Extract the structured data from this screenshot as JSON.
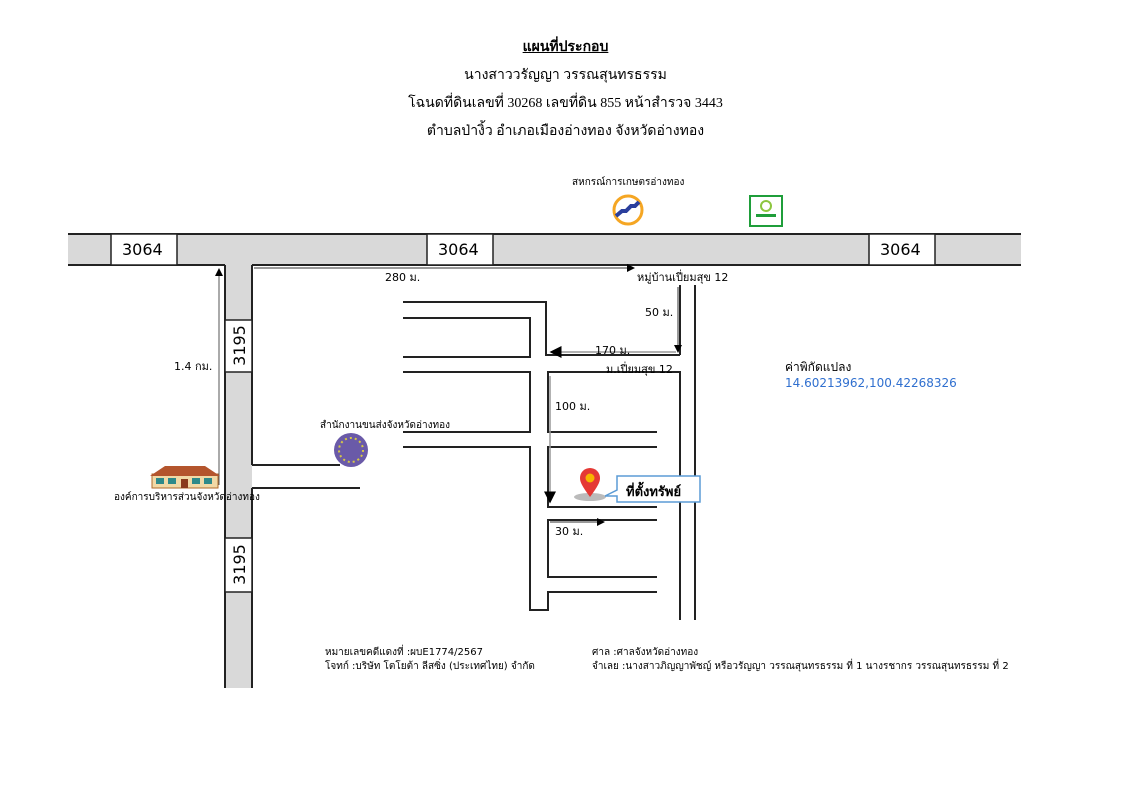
{
  "header": {
    "title": "แผนที่ประกอบ",
    "owner": "นางสาววรัญญา วรรณสุนทรธรรม",
    "deed": "โฉนดที่ดินเลขที่ 30268 เลขที่ดิน 855 หน้าสำรวจ 3443",
    "location": "ตำบลป่างิ้ว อำเภอเมืองอ่างทอง จังหวัดอ่างทอง"
  },
  "roads": {
    "main": [
      "3064",
      "3064",
      "3064"
    ],
    "side": [
      "3195",
      "3195"
    ]
  },
  "landmarks": {
    "coop": "สหกรณ์การเกษตรอ่างทอง",
    "transport_office": "สำนักงานขนส่งจังหวัดอ่างทอง",
    "pao": "องค์การบริหารส่วนจังหวัดอ่างทอง",
    "village": "หมู่บ้านเปี่ยมสุข 12",
    "village_short": "ม.เปี่ยมสุข 12",
    "property": "ที่ตั้งทรัพย์"
  },
  "distances": {
    "d280": "280 ม.",
    "d14": "1.4 กม.",
    "d50": "50 ม.",
    "d170": "170 ม.",
    "d100": "100 ม.",
    "d30": "30 ม."
  },
  "coordinates": {
    "label": "ค่าพิกัดแปลง",
    "value": "14.60213962,100.42268326"
  },
  "case": {
    "number": "หมายเลขคดีแดงที่ :ผบE1774/2567",
    "plaintiff": "โจทก์ :บริษัท โตโยต้า ลีสซิ่ง (ประเทศไทย) จำกัด",
    "court": "ศาล :ศาลจังหวัดอ่างทอง",
    "defendant": "จำเลย :นางสาวภิญญาพัชญ์ หรือวรัญญา วรรณสุนทรธรรม ที่ 1 นางรชากร วรรณสุนทรธรรม ที่ 2"
  },
  "colors": {
    "road": "#d9d9d9",
    "coord": "#2f6fcf",
    "pin": "#e53935",
    "callout": "#5b9bd5"
  }
}
